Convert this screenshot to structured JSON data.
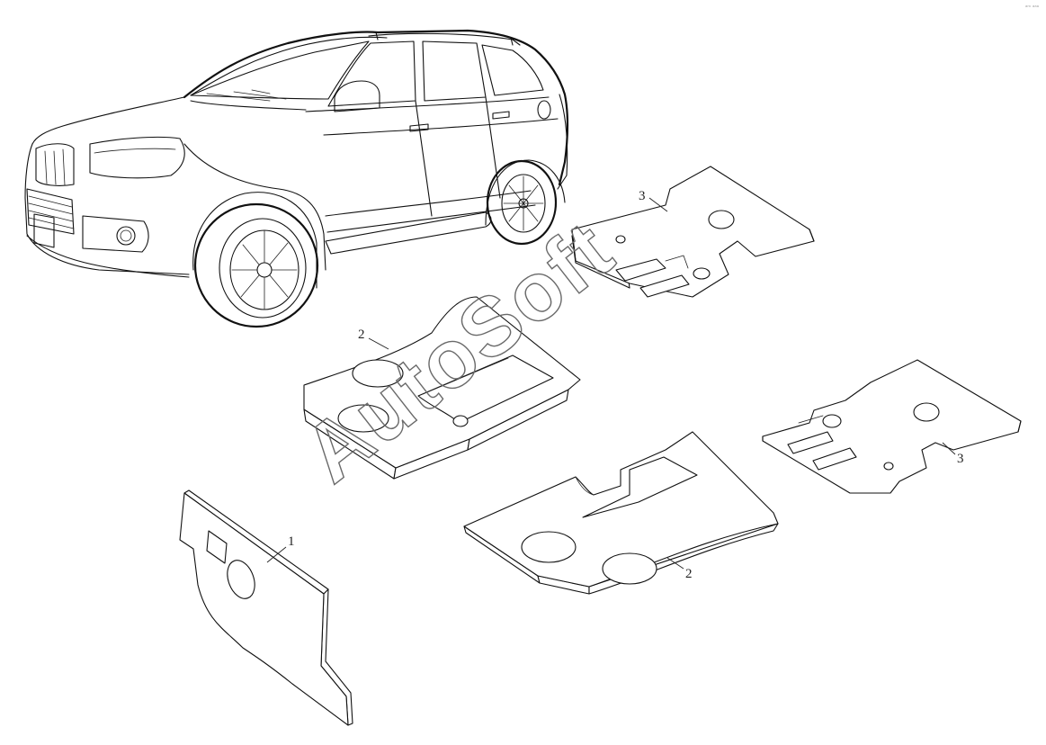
{
  "diagram": {
    "callouts": [
      {
        "id": "part-1",
        "label": "1"
      },
      {
        "id": "part-2-upper",
        "label": "2"
      },
      {
        "id": "part-2-lower",
        "label": "2"
      },
      {
        "id": "part-3-upper",
        "label": "3"
      },
      {
        "id": "part-3-right",
        "label": "3"
      }
    ],
    "watermark": "AutoSoft",
    "corner_mark": "ᵃᵐ ᵃᵃᵃ"
  }
}
